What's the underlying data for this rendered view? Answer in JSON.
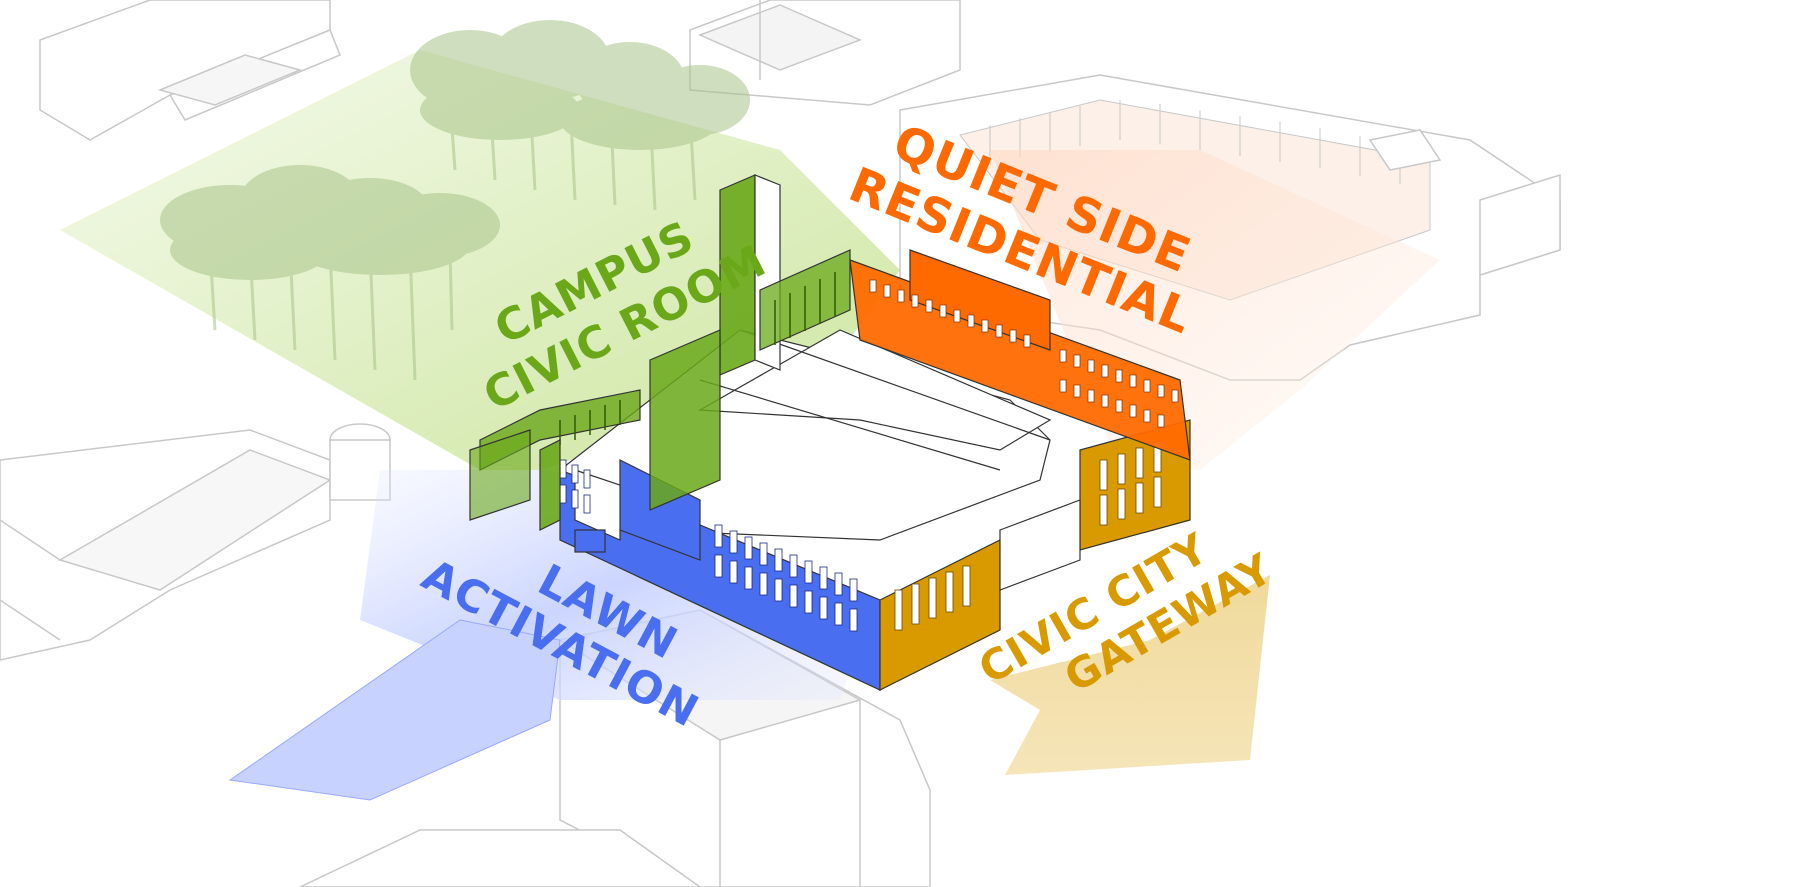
{
  "labels": {
    "campus_civic_room": [
      "CAMPUS",
      "CIVIC ROOM"
    ],
    "quiet_side_residential": [
      "QUIET SIDE",
      "RESIDENTIAL"
    ],
    "lawn_activation": [
      "LAWN",
      "ACTIVATION"
    ],
    "civic_city_gateway": [
      "CIVIC CITY",
      "GATEWAY"
    ]
  },
  "colors": {
    "campus_civic_room": "#6aa81a",
    "quiet_side_residential": "#ff6a00",
    "lawn_activation": "#4a6ef0",
    "civic_city_gateway": "#d99a00",
    "context_stroke": "#c8c8c8"
  }
}
